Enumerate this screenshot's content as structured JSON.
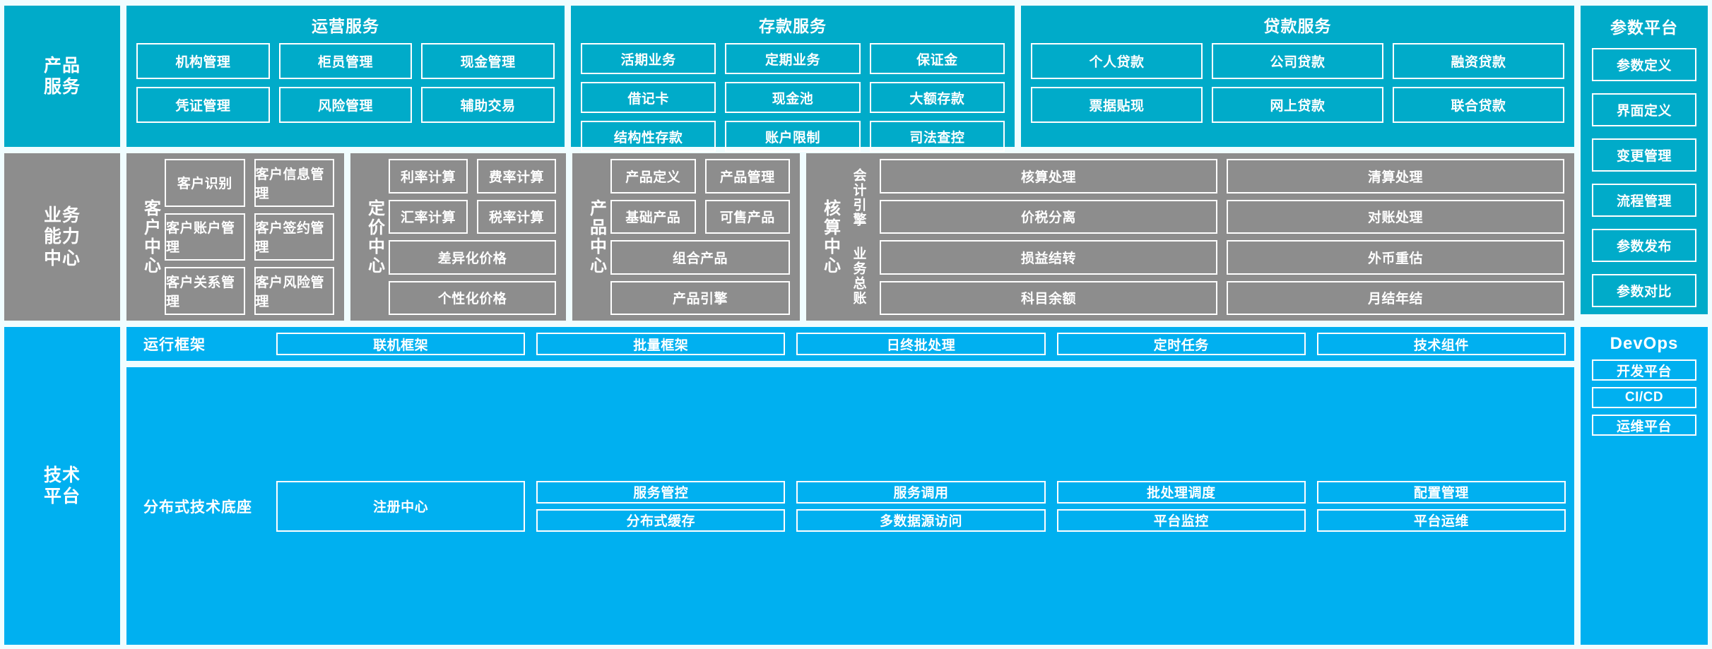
{
  "colors": {
    "teal": "#00abc9",
    "gray": "#8d8d8d",
    "blue": "#00b0f0",
    "background": "#f0fdff",
    "border": "#ffffff"
  },
  "layers": {
    "product_service": {
      "rail_label": "产品\n服务",
      "groups": [
        {
          "title": "运营服务",
          "tiles": [
            "机构管理",
            "柜员管理",
            "现金管理",
            "凭证管理",
            "风险管理",
            "辅助交易"
          ]
        },
        {
          "title": "存款服务",
          "tiles": [
            "活期业务",
            "定期业务",
            "保证金",
            "借记卡",
            "现金池",
            "大额存款",
            "结构性存款",
            "账户限制",
            "司法查控"
          ]
        },
        {
          "title": "贷款服务",
          "tiles": [
            "个人贷款",
            "公司贷款",
            "融资贷款",
            "票据贴现",
            "网上贷款",
            "联合贷款"
          ]
        }
      ]
    },
    "business_capability": {
      "rail_label": "业务\n能力\n中心",
      "groups": [
        {
          "vlabel": "客户中心",
          "tiles": [
            "客户识别",
            "客户信息管理",
            "客户账户管理",
            "客户签约管理",
            "客户关系管理",
            "客户风险管理"
          ]
        },
        {
          "vlabel": "定价中心",
          "tiles": [
            "利率计算",
            "费率计算",
            "汇率计算",
            "税率计算",
            "差异化价格",
            "个性化价格"
          ]
        },
        {
          "vlabel": "产品中心",
          "tiles": [
            "产品定义",
            "产品管理",
            "基础产品",
            "可售产品",
            "组合产品",
            "产品引擎"
          ]
        },
        {
          "vlabel": "核算中心",
          "sub_labels": [
            "会计引擎",
            "业务总账"
          ],
          "tiles": [
            "核算处理",
            "清算处理",
            "价税分离",
            "对账处理",
            "损益结转",
            "外币重估",
            "科目余额",
            "月结年结"
          ]
        }
      ]
    },
    "technology_platform": {
      "rail_label": "技术\n平台",
      "rows": [
        {
          "name": "运行框架",
          "tiles": [
            "联机框架",
            "批量框架",
            "日终批处理",
            "定时任务",
            "技术组件"
          ]
        },
        {
          "name": "分布式技术底座",
          "tiles": [
            "注册中心",
            "服务管控",
            "服务调用",
            "批处理调度",
            "配置管理",
            "分布式缓存",
            "多数据源访问",
            "平台监控",
            "平台运维"
          ]
        }
      ]
    }
  },
  "right_columns": {
    "param_platform": {
      "title": "参数平台",
      "tiles": [
        "参数定义",
        "界面定义",
        "变更管理",
        "流程管理",
        "参数发布",
        "参数对比"
      ]
    },
    "devops": {
      "title": "DevOps",
      "tiles": [
        "开发平台",
        "CI/CD",
        "运维平台"
      ]
    }
  }
}
